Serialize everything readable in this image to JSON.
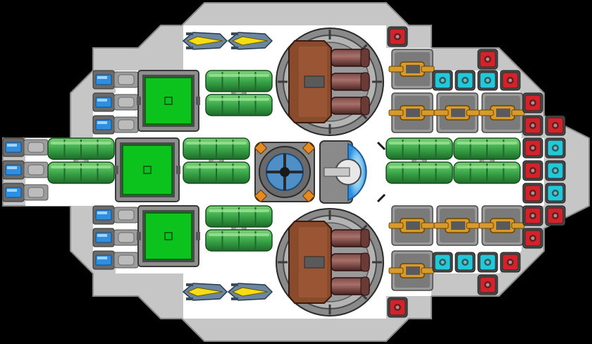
{
  "ship": {
    "hull_color": "#c6c6c6",
    "deck_color": "#ffffff",
    "background": "#000000",
    "outline_color": "#5a5a5a"
  },
  "palette": {
    "green": "#3aa84a",
    "green_light": "#6fd06a",
    "green_dark": "#1e6b29",
    "screen_green": "#0cc21c",
    "blue": "#2e8fe0",
    "cyan": "#22c8d8",
    "red": "#d2232a",
    "brown": "#8a4a2c",
    "pipe": "#a8a8a8",
    "orange": "#e48a1e",
    "gold": "#d89a2a",
    "yellow": "#f4dd10"
  },
  "modules": {
    "hangar": "hangar-bay",
    "reactor": "reactor-core",
    "shield": "shield-generator",
    "cannon": "turret-cannon",
    "thruster": "thruster",
    "tank": "fuel-tank",
    "battery": "battery-cell",
    "armor": "armor-block",
    "fighter": "fighter-craft"
  }
}
